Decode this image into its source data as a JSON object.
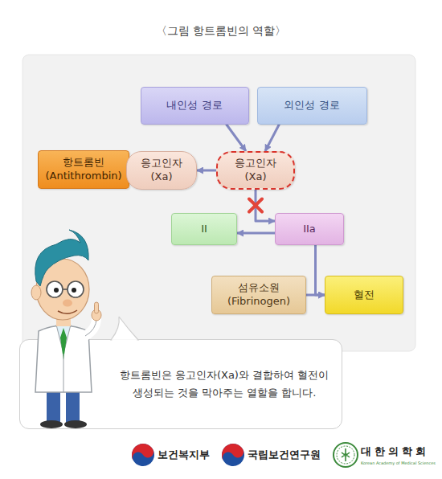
{
  "diagram": {
    "title": "〈그림 항트롬빈의 역할〉",
    "nodes": [
      {
        "text": [
          "내인성 경로"
        ]
      },
      {
        "text": [
          "외인성 경로"
        ]
      },
      {
        "text": [
          "항트롬빈 (Antithrombin)"
        ]
      },
      {
        "text": [
          "응고인자 (Xa)"
        ]
      },
      {
        "text": [
          "응고인자 (Xa)"
        ]
      },
      {
        "text": [
          "II"
        ]
      },
      {
        "text": [
          "IIa"
        ]
      },
      {
        "text": [
          "섬유소원 (Fibrinogen)"
        ]
      },
      {
        "text": [
          "혈전"
        ]
      },
      {
        "text": [
          "항트롬빈은 응고인자(Xa)와 결합하여 혈전이 생성되는 것을 막아주는 열할을 합니다."
        ]
      }
    ],
    "edges": [
      {
        "from": 0,
        "to": 4,
        "arrow": "to"
      },
      {
        "from": 1,
        "to": 4,
        "arrow": "to"
      },
      {
        "from": 4,
        "to": 3,
        "arrow": "to"
      },
      {
        "from": 4,
        "to": 6,
        "arrow": "to"
      },
      {
        "from": 6,
        "to": 5,
        "arrow": "to"
      },
      {
        "from": 6,
        "to": 8,
        "arrow": "to"
      },
      {
        "from": 7,
        "to": 8,
        "arrow": "to"
      }
    ],
    "labels": [
      "보건복지부",
      "국립보건연구원",
      "대한의학회",
      "Korean Academy of Medical Sciences"
    ]
  }
}
